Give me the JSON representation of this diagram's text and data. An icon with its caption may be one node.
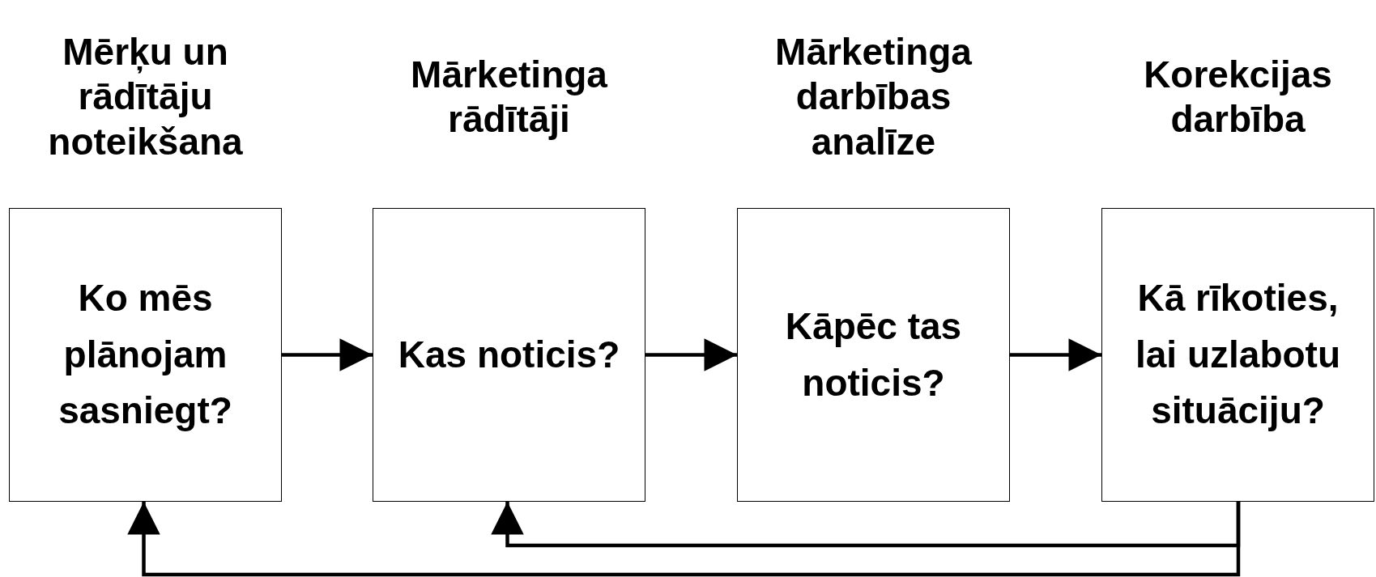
{
  "diagram": {
    "nodes": [
      {
        "text": [
          "Mērķu un rādītāju noteikšana",
          "Ko mēs plānojam sasniegt?"
        ]
      },
      {
        "text": [
          "Mārketinga rādītāji",
          "Kas noticis?"
        ]
      },
      {
        "text": [
          "Mārketinga darbības analīze",
          "Kāpēc tas noticis?"
        ]
      },
      {
        "text": [
          "Korekcijas darbība",
          "Kā rīkoties, lai uzlabotu situāciju?"
        ]
      }
    ],
    "edges": [
      {
        "from": 0,
        "to": 1,
        "arrow": "to"
      },
      {
        "from": 1,
        "to": 2,
        "arrow": "to"
      },
      {
        "from": 2,
        "to": 3,
        "arrow": "to"
      },
      {
        "from": 3,
        "to": 1,
        "arrow": "to"
      },
      {
        "from": 3,
        "to": 0,
        "arrow": "to"
      }
    ]
  }
}
